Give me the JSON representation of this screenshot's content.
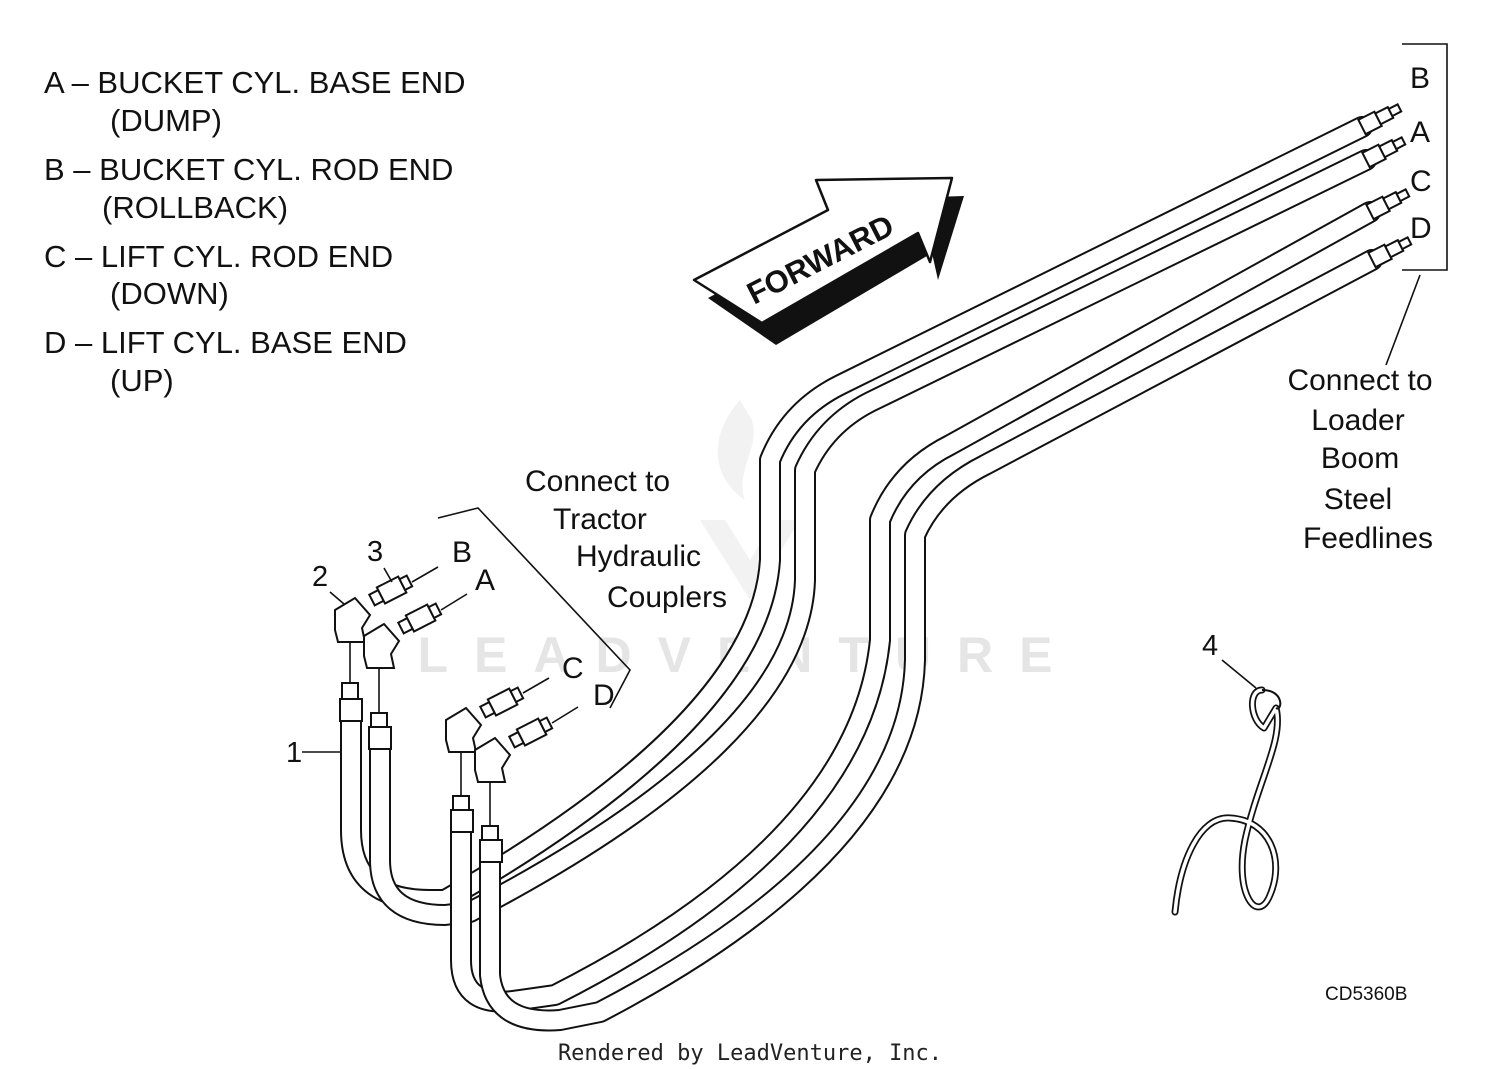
{
  "legend": [
    {
      "line1": "A – BUCKET CYL. BASE END",
      "line2": "(DUMP)"
    },
    {
      "line1": "B – BUCKET CYL. ROD END",
      "line2": "(ROLLBACK)"
    },
    {
      "line1": "C – LIFT CYL. ROD END",
      "line2": "(DOWN)"
    },
    {
      "line1": "D – LIFT CYL. BASE END",
      "line2": "(UP)"
    }
  ],
  "arrow_label": "FORWARD",
  "callouts": {
    "tractor": [
      "Connect to",
      "Tractor",
      "Hydraulic",
      "Couplers"
    ],
    "loader": [
      "Connect to",
      "Loader",
      "Boom",
      "Steel",
      "Feedlines"
    ]
  },
  "right_letters": [
    "B",
    "A",
    "C",
    "D"
  ],
  "left_letters": {
    "b": "B",
    "a": "A",
    "c": "C",
    "d": "D"
  },
  "part_numbers": {
    "p1": "1",
    "p2": "2",
    "p3": "3",
    "p4": "4"
  },
  "figure_code": "CD5360B",
  "watermark": "LEADVENTURE",
  "footer": "Rendered by LeadVenture, Inc."
}
